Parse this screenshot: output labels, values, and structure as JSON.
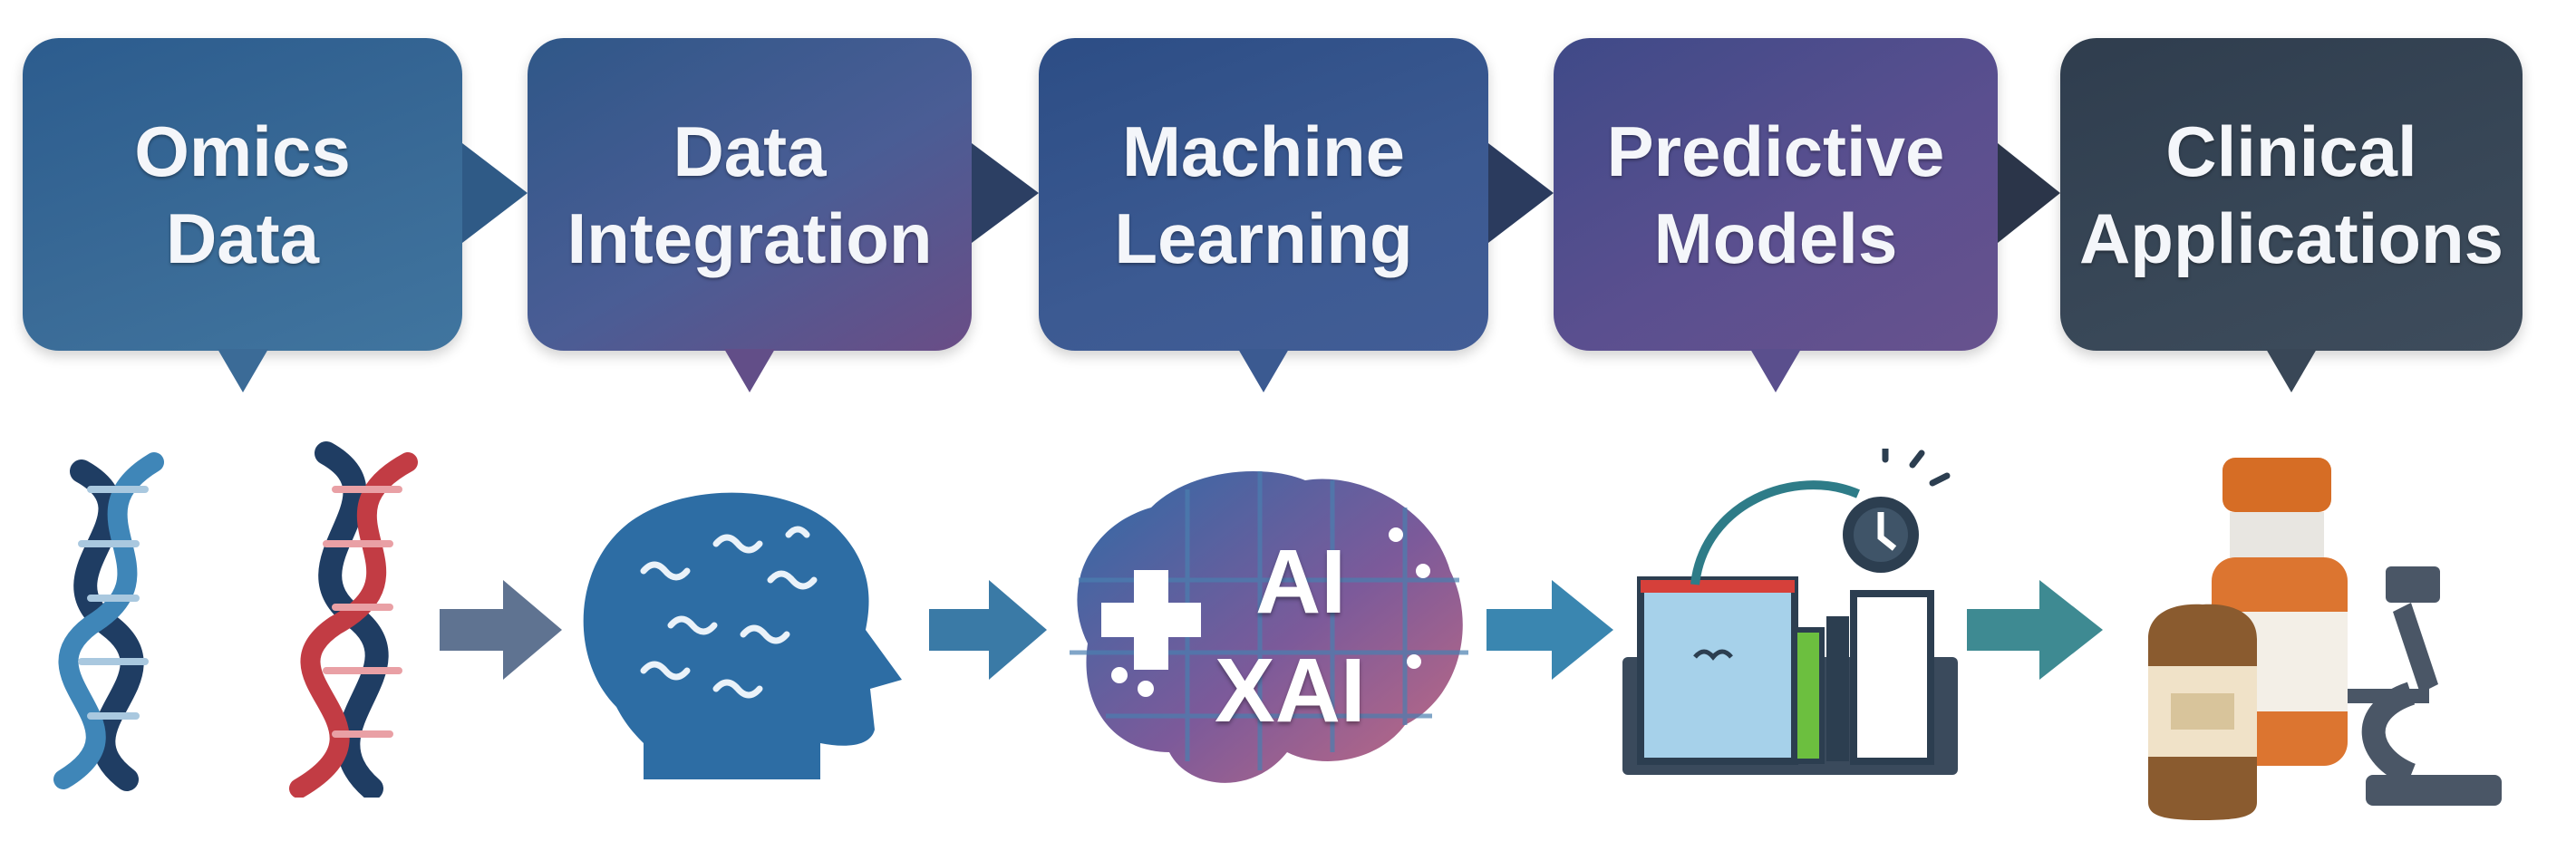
{
  "steps": [
    {
      "line1": "Omics",
      "line2": "Data"
    },
    {
      "line1": "Data",
      "line2": "Integration"
    },
    {
      "line1": "Machine",
      "line2": "Learning"
    },
    {
      "line1": "Predictive",
      "line2": "Models"
    },
    {
      "line1": "Clinical",
      "line2": "Applications"
    }
  ],
  "brain_labels": {
    "ai": "AI",
    "xai": "XAI"
  },
  "icons": [
    "dna-helix-icon",
    "head-data-icon",
    "ai-brain-icon",
    "predictive-dashboard-icon",
    "medicine-microscope-icon"
  ],
  "colors": {
    "step1": "#3a6b97",
    "step2": "#5a568e",
    "step3": "#3b5a91",
    "step4": "#5a4f8d",
    "step5": "#394757",
    "arrow_blue": "#3a7aa6",
    "arrow_teal": "#3e8a92",
    "arrow_slate": "#5f7391"
  }
}
